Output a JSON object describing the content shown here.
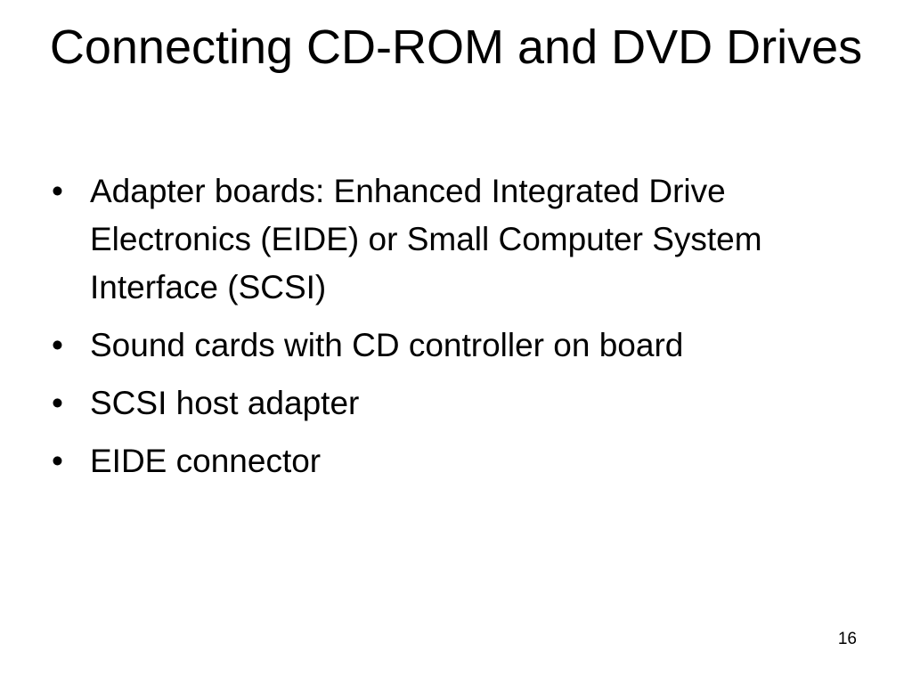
{
  "slide": {
    "title": "Connecting CD-ROM and DVD Drives",
    "bullet_marker": "•",
    "bullets": [
      "Adapter boards: Enhanced Integrated Drive Electronics (EIDE) or Small Computer System Interface (SCSI)",
      "Sound cards with CD controller on board",
      "SCSI host adapter",
      "EIDE connector"
    ],
    "page_number": "16"
  }
}
